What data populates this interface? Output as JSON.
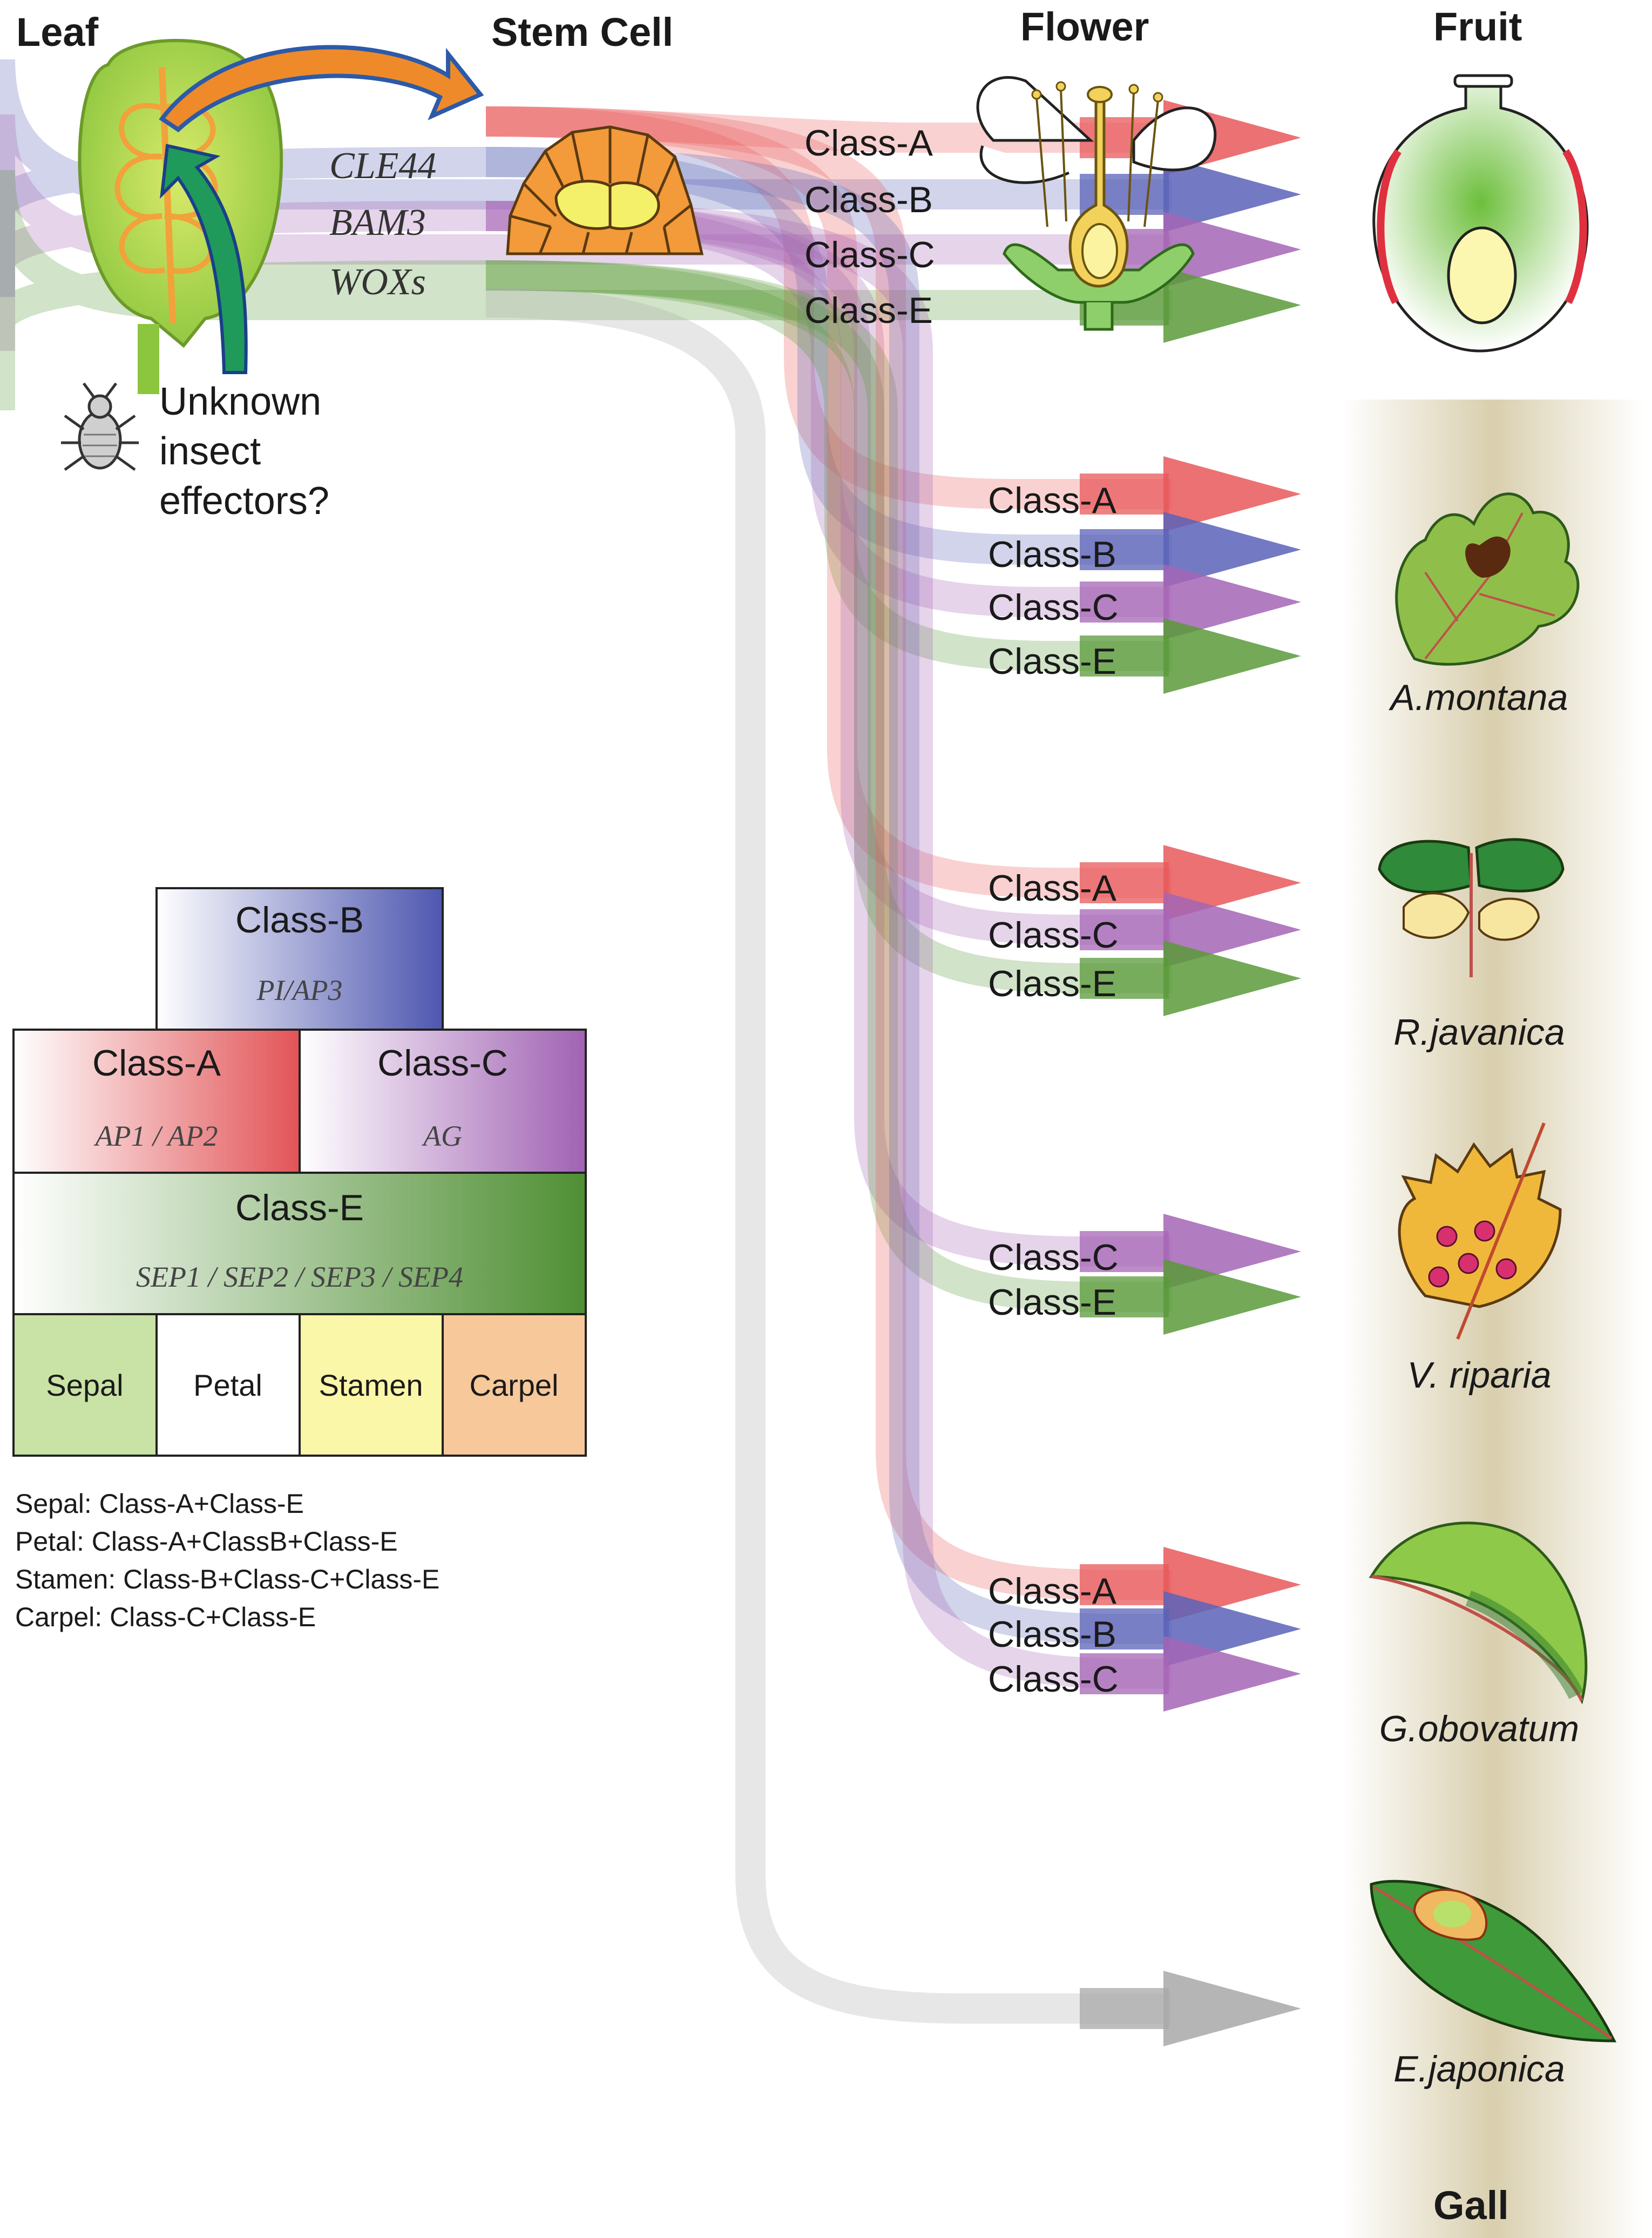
{
  "headers": {
    "leaf": "Leaf",
    "stem_cell": "Stem Cell",
    "flower": "Flower",
    "fruit": "Fruit",
    "gall": "Gall"
  },
  "genes": [
    "CLE44",
    "BAM3",
    "WOXs"
  ],
  "insect_label": [
    "Unknown",
    "insect",
    "effectors?"
  ],
  "flower_classes": [
    "Class-A",
    "Class-B",
    "Class-C",
    "Class-E"
  ],
  "galls": [
    {
      "species": "A.montana",
      "classes": [
        "Class-A",
        "Class-B",
        "Class-C",
        "Class-E"
      ]
    },
    {
      "species": "R.javanica",
      "classes": [
        "Class-A",
        "Class-C",
        "Class-E"
      ]
    },
    {
      "species": "V. riparia",
      "classes": [
        "Class-C",
        "Class-E"
      ]
    },
    {
      "species": "G.obovatum",
      "classes": [
        "Class-A",
        "Class-B",
        "Class-C"
      ]
    },
    {
      "species": "E.japonica",
      "classes": []
    }
  ],
  "abce_model": {
    "class_b": {
      "title": "Class-B",
      "genes": "PI/AP3"
    },
    "class_a": {
      "title": "Class-A",
      "genes": "AP1 / AP2"
    },
    "class_c": {
      "title": "Class-C",
      "genes": "AG"
    },
    "class_e": {
      "title": "Class-E",
      "genes": "SEP1 / SEP2 / SEP3 / SEP4"
    },
    "organs": [
      "Sepal",
      "Petal",
      "Stamen",
      "Carpel"
    ]
  },
  "notes": [
    "Sepal: Class-A+Class-E",
    "Petal: Class-A+ClassB+Class-E",
    "Stamen: Class-B+Class-C+Class-E",
    "Carpel: Class-C+Class-E"
  ],
  "colors": {
    "class_a": "#e8585a",
    "class_b": "#5a63b8",
    "class_c": "#a565b5",
    "class_e": "#5a9a3a",
    "unknown": "#a8a8a8",
    "sepal": "#c8e3a5",
    "petal": "#ffffff",
    "stamen": "#fbf7a8",
    "carpel": "#f6c89a",
    "gall_band": "#e3dcc4"
  }
}
